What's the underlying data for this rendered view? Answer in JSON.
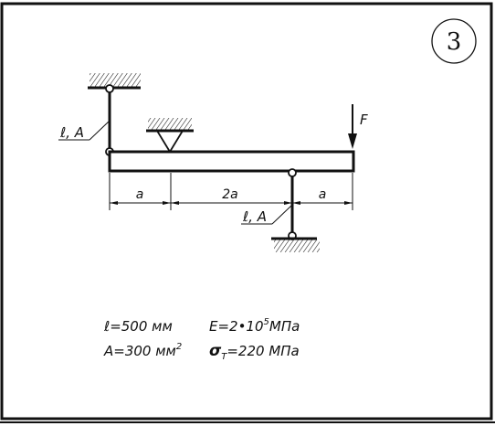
{
  "problem_number": "3",
  "labels": {
    "force": "F",
    "rod_top": "ℓ, A",
    "rod_bottom": "ℓ, A"
  },
  "dimensions": {
    "seg1": "a",
    "seg2": "2a",
    "seg3": "a"
  },
  "given": {
    "length": "ℓ=500 мм",
    "area_prefix": "A=300 мм",
    "area_sup": "2",
    "modulus_prefix": "E=2•10",
    "modulus_sup": "5",
    "modulus_unit": "МПа",
    "yield_symbol": "σ",
    "yield_sub": "T",
    "yield_value": "=220 МПа"
  },
  "colors": {
    "ink": "#111111",
    "paper": "#ffffff"
  }
}
